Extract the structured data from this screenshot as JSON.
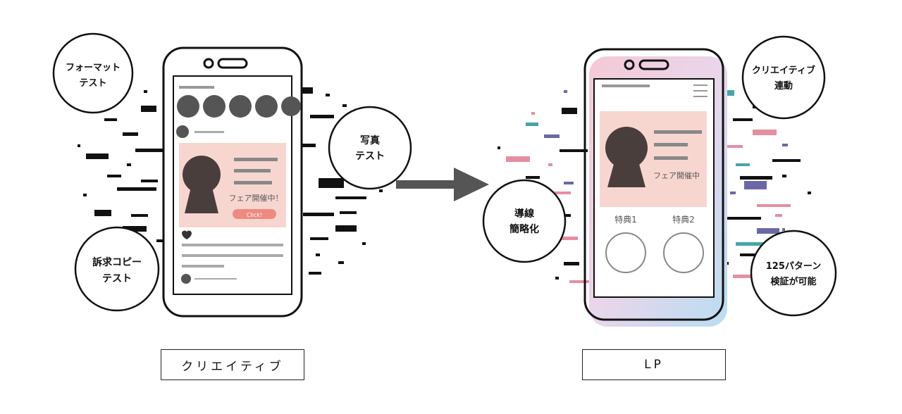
{
  "left_phone": {
    "banner_event_text": "フェア開催中！",
    "banner_button_label": "Click!"
  },
  "right_phone": {
    "banner_event_text": "フェア開催中",
    "benefit_1_label": "特典1",
    "benefit_2_label": "特典2"
  },
  "bubbles": {
    "format_test_line1": "フォーマット",
    "format_test_line2": "テスト",
    "photo_test_line1": "写真",
    "photo_test_line2": "テスト",
    "copy_test_line1": "訴求コピー",
    "copy_test_line2": "テスト",
    "flow_line1": "導線",
    "flow_line2": "簡略化",
    "creative_link_line1": "クリエイティブ",
    "creative_link_line2": "連動",
    "patterns_line1": "125パターン",
    "patterns_line2": "検証が可能"
  },
  "captions": {
    "left": "クリエイティブ",
    "right": "LP"
  },
  "colors": {
    "banner_pink": "#f8d6d0",
    "button_coral": "#ee8a80",
    "silhouette": "#4a3e3d",
    "arrow_gray": "#555555",
    "teal": "#46a6a6",
    "purple": "#6c68a8",
    "pink": "#e58fa0"
  }
}
